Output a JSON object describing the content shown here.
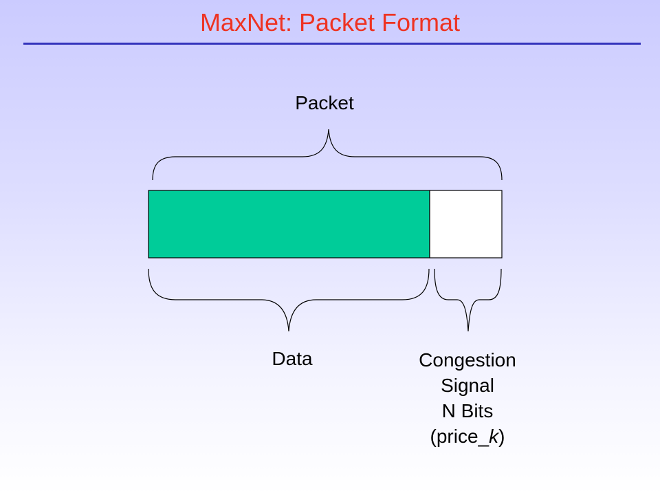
{
  "slide": {
    "title": "MaxNet: Packet Format"
  },
  "diagram": {
    "packet_label": "Packet",
    "data_label": "Data",
    "congestion_lines": [
      "Congestion",
      "Signal",
      "N Bits"
    ],
    "price_prefix": "(price_",
    "price_var": "k",
    "price_suffix": ")"
  },
  "colors": {
    "title": "#ee3322",
    "rule": "#3333bb",
    "data_field": "#00cc99",
    "signal_field": "#ffffff"
  }
}
